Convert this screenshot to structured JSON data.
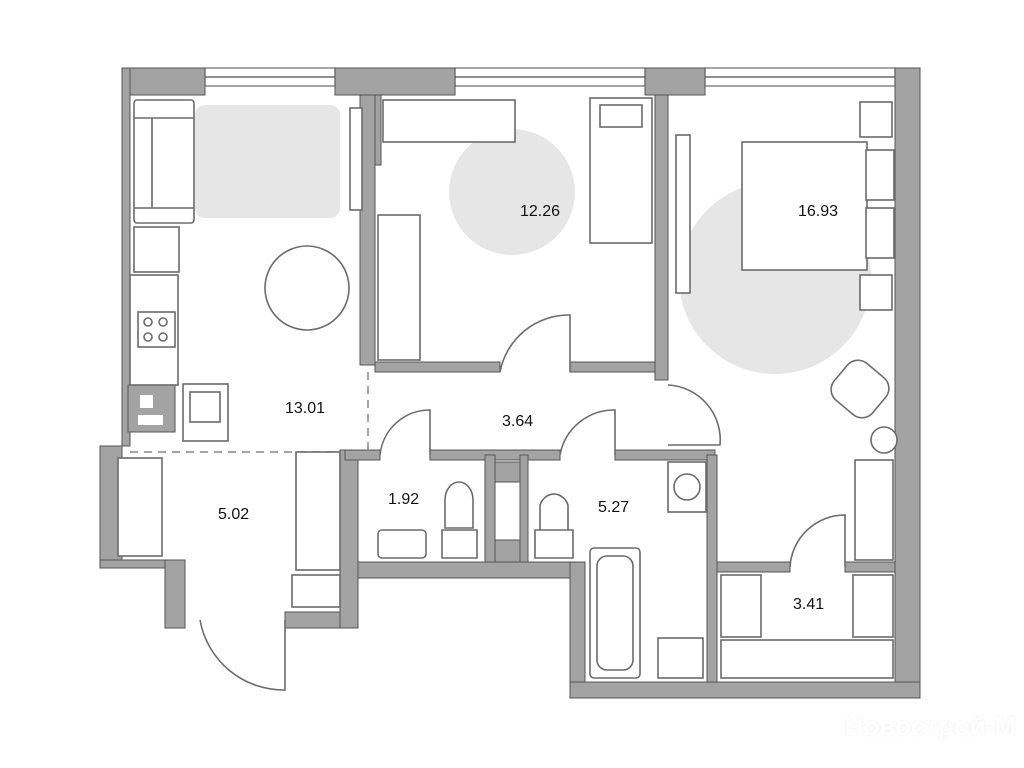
{
  "rooms": [
    {
      "id": "living-kitchen",
      "area": "13.01"
    },
    {
      "id": "bedroom-1",
      "area": "12.26"
    },
    {
      "id": "bedroom-2",
      "area": "16.93"
    },
    {
      "id": "hall",
      "area": "3.64"
    },
    {
      "id": "entry",
      "area": "5.02"
    },
    {
      "id": "wc",
      "area": "1.92"
    },
    {
      "id": "bathroom",
      "area": "5.27"
    },
    {
      "id": "balcony",
      "area": "3.41"
    }
  ],
  "watermark": "Новострой-М",
  "colors": {
    "wall": "#a3a3a3",
    "shade": "#e6e6e6",
    "line": "#6b6b6b"
  }
}
